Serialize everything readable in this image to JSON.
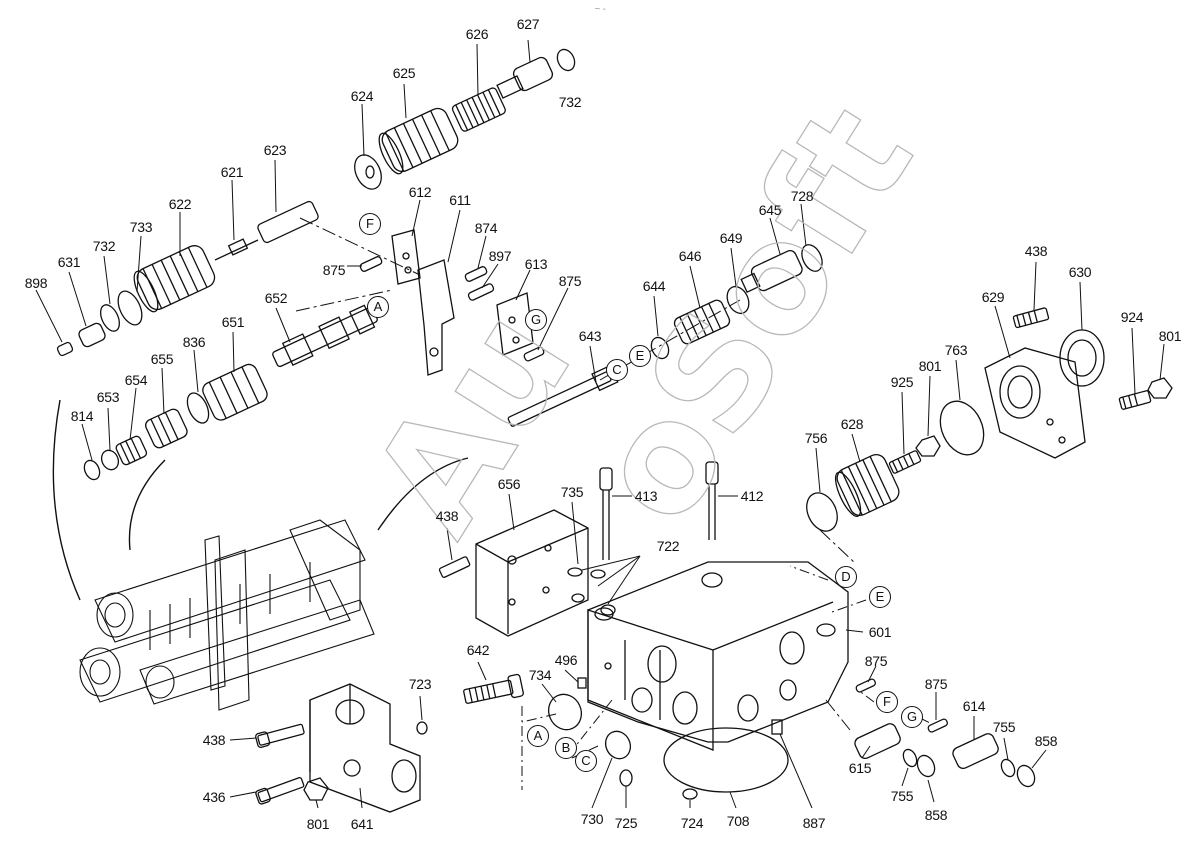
{
  "watermark": {
    "left": "Au",
    "right": "oSoft",
    "t": "t",
    "top_mark": "~ -"
  },
  "parts": [
    "627",
    "626",
    "625",
    "624",
    "623",
    "732",
    "621",
    "622",
    "733",
    "732",
    "631",
    "898",
    "612",
    "611",
    "874",
    "897",
    "613",
    "875",
    "875",
    "652",
    "651",
    "836",
    "655",
    "654",
    "653",
    "814",
    "645",
    "728",
    "649",
    "646",
    "644",
    "643",
    "438",
    "630",
    "629",
    "924",
    "801",
    "763",
    "801",
    "925",
    "628",
    "756",
    "656",
    "735",
    "413",
    "412",
    "438",
    "722",
    "642",
    "734",
    "496",
    "723",
    "438",
    "436",
    "801",
    "641",
    "730",
    "725",
    "724",
    "708",
    "887",
    "601",
    "875",
    "875",
    "614",
    "755",
    "858",
    "615",
    "755",
    "858"
  ],
  "circled_refs": [
    "F",
    "A",
    "G",
    "E",
    "C",
    "D",
    "E",
    "A",
    "B",
    "C",
    "F",
    "G"
  ]
}
